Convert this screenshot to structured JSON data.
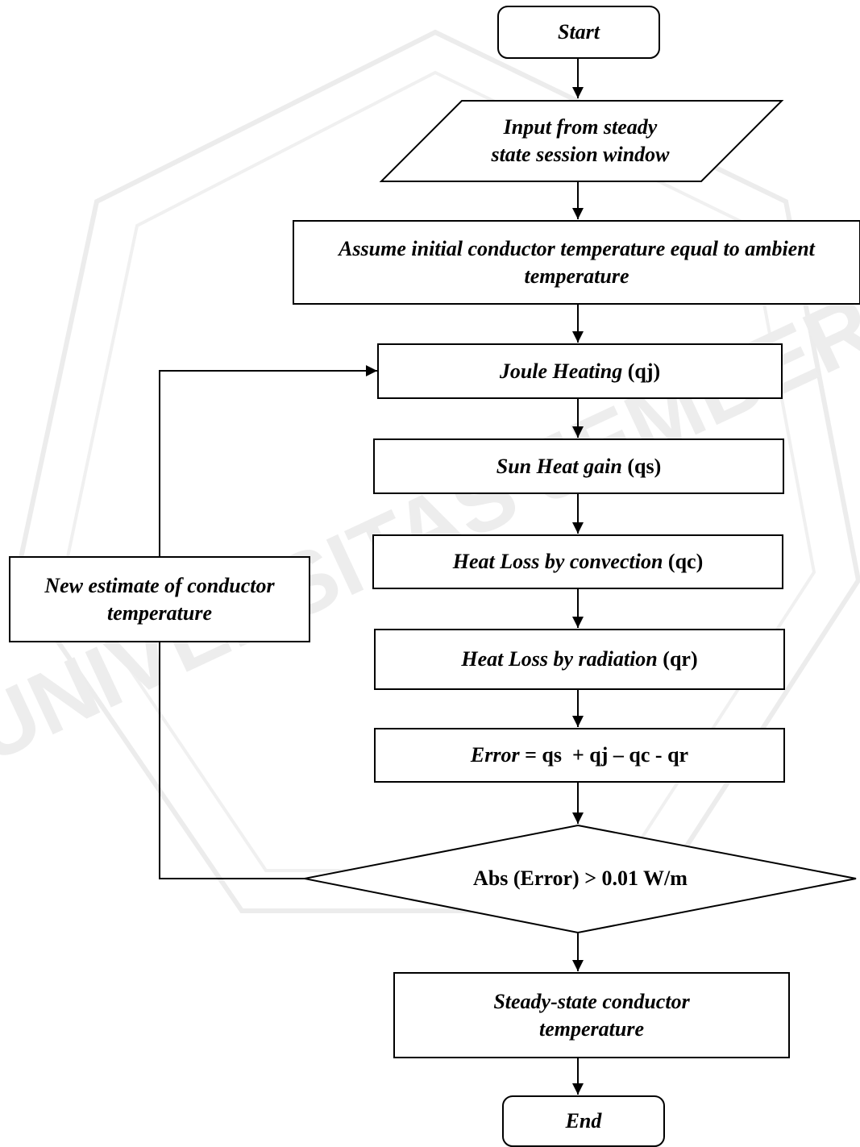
{
  "watermark": {
    "text": "UNIVERSITAS JEMBER",
    "color": "#e5e5e5"
  },
  "nodes": {
    "start": {
      "label": "Start"
    },
    "input": {
      "line1": "Input from steady",
      "line2": "state session window"
    },
    "assume": {
      "line1": "Assume initial conductor temperature equal to ambient",
      "line2": "temperature"
    },
    "joule": {
      "italic": "Joule Heating",
      "bold": "(qj)"
    },
    "sun": {
      "italic": "Sun Heat gain",
      "bold": "(qs)"
    },
    "convection": {
      "italic": "Heat Loss by convection",
      "bold": "(qc)"
    },
    "radiation": {
      "italic": "Heat Loss by radiation",
      "bold": "(qr)"
    },
    "error": {
      "italic": "Error",
      "bold": "= qs  + qj – qc - qr"
    },
    "decision": {
      "label": "Abs (Error) > 0.01 W/m"
    },
    "new_estimate": {
      "line1": "New estimate of conductor",
      "line2": "temperature"
    },
    "steady": {
      "line1": "Steady-state conductor",
      "line2": "temperature"
    },
    "end": {
      "label": "End"
    }
  },
  "colors": {
    "stroke": "#000000",
    "fill": "#ffffff"
  }
}
